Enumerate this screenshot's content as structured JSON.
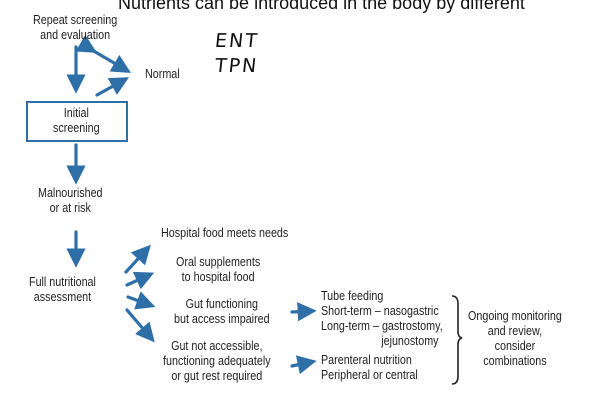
{
  "header_fragment": "Nutrients can be introduced in the body by different",
  "handwriting": {
    "line1": "ENT",
    "line2": "TPN"
  },
  "nodes": {
    "repeat_screening": [
      "Repeat screening",
      "and evaluation"
    ],
    "normal": "Normal",
    "initial_screening": [
      "Initial",
      "screening"
    ],
    "malnourished": [
      "Malnourished",
      "or at risk"
    ],
    "full_assessment": [
      "Full nutritional",
      "assessment"
    ],
    "hospital_food": "Hospital food meets needs",
    "oral_supplements": [
      "Oral supplements",
      "to hospital food"
    ],
    "gut_functioning": [
      "Gut functioning",
      "but access impaired"
    ],
    "gut_not_accessible": [
      "Gut not accessible,",
      "functioning adequately",
      "or gut rest required"
    ],
    "tube_feeding": [
      "Tube feeding",
      "Short-term – nasogastric",
      "Long-term – gastrostomy,",
      "jejunostomy"
    ],
    "parenteral": [
      "Parenteral nutrition",
      "Peripheral or central"
    ],
    "ongoing": [
      "Ongoing monitoring",
      "and review,",
      "consider",
      "combinations"
    ]
  },
  "colors": {
    "arrow": "#2e6fa8",
    "box_border": "#2e6fa8",
    "text": "#1f1f1f"
  }
}
